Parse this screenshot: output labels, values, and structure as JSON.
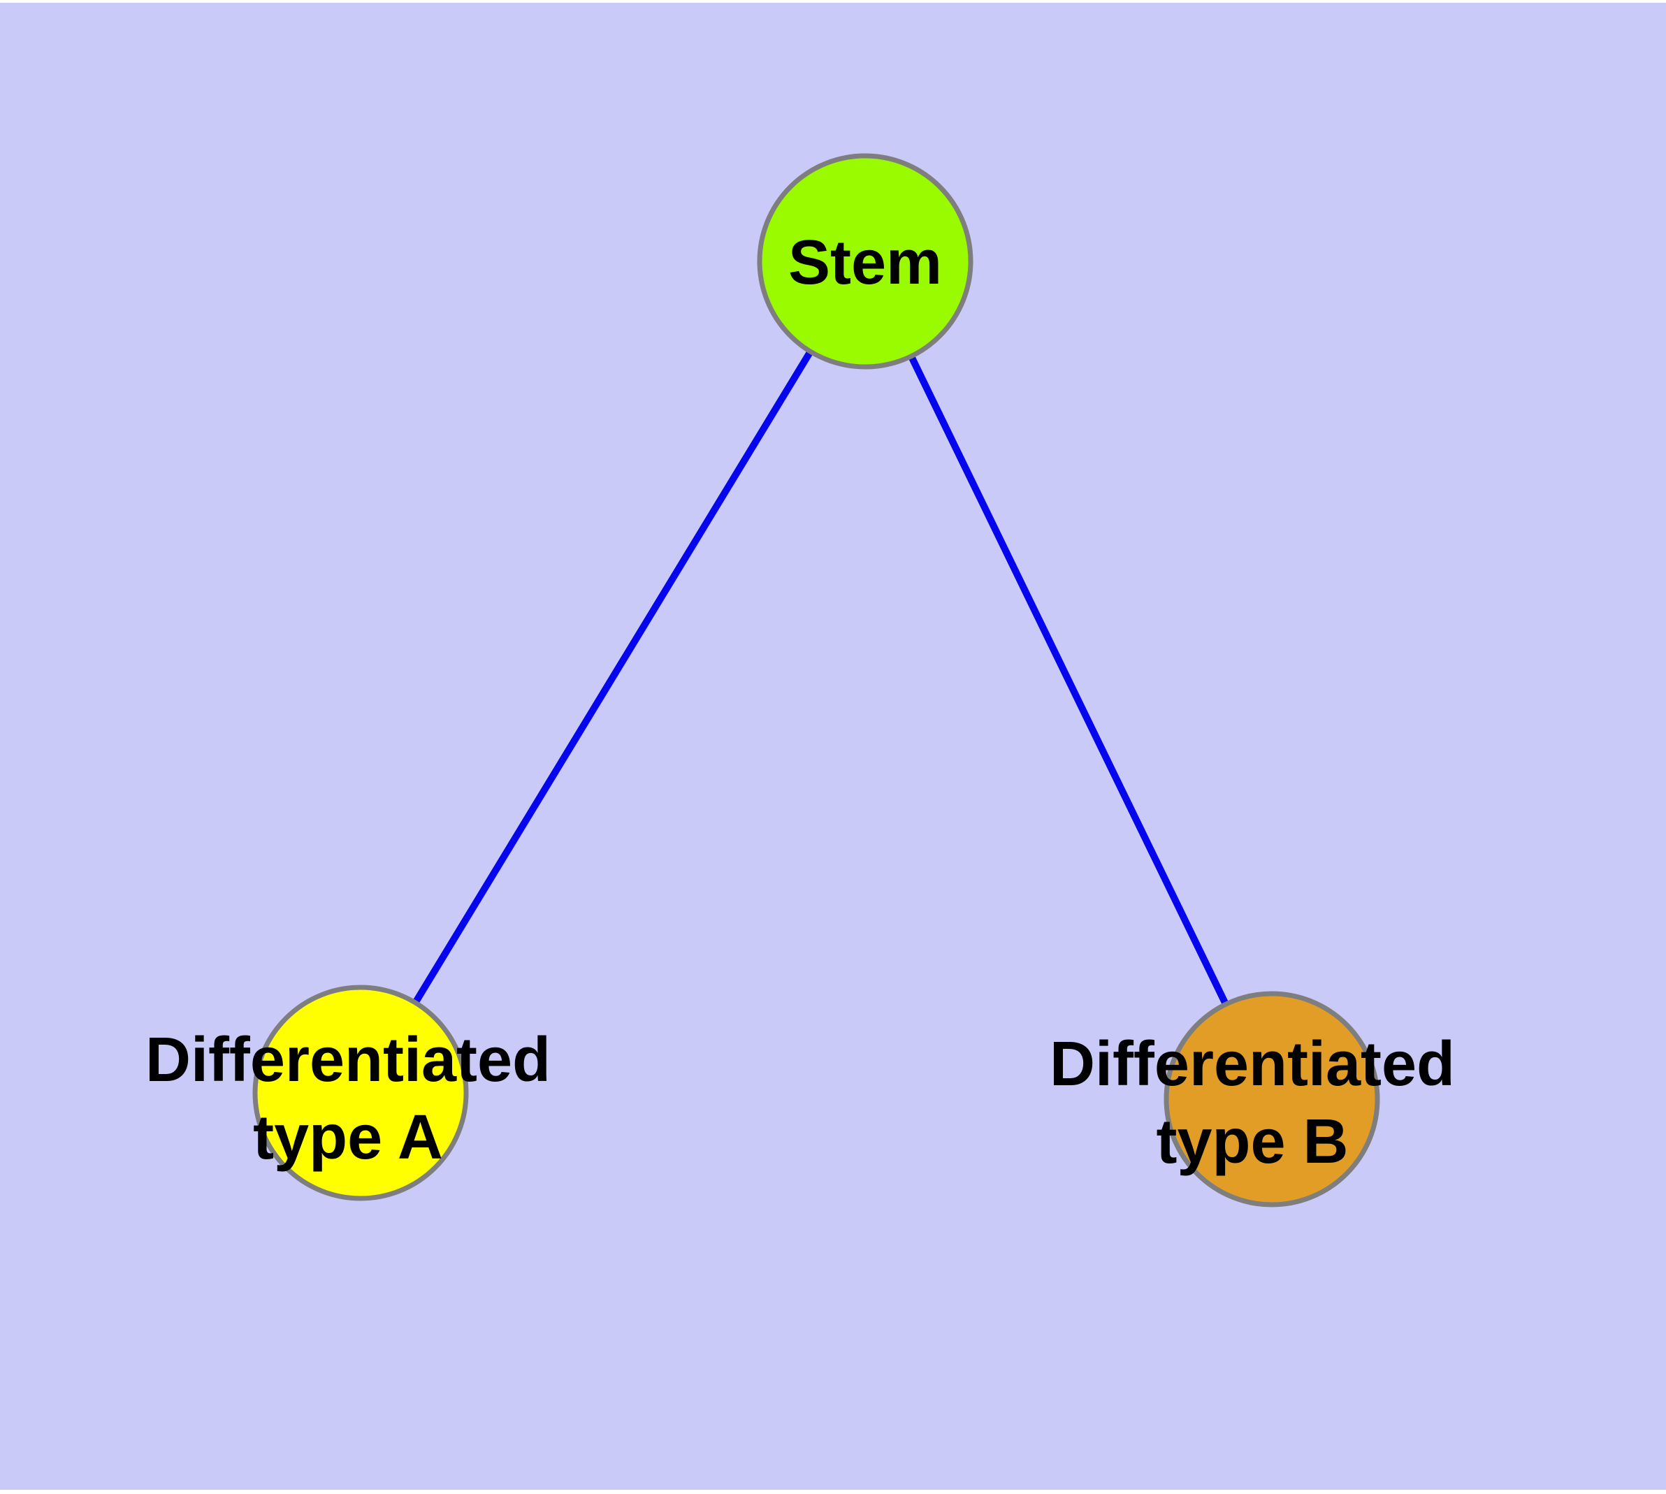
{
  "diagram": {
    "type": "graph",
    "description": "Stem cell differentiation tree: one stem node connected to two differentiated cell-type nodes",
    "background_color": "#CACAF8",
    "page_margin_color": "#FFFFFF",
    "edge_color": "#0505EE",
    "node_border_color": "#7E7E7E",
    "label_color": "#000000",
    "nodes": [
      {
        "id": "stem",
        "label": "Stem",
        "lines": [
          "Stem"
        ],
        "fill": "#9AFB00"
      },
      {
        "id": "differentiated-type-a",
        "label": "Differentiated type A",
        "lines": [
          "Differentiated",
          "type A"
        ],
        "fill": "#FFFF00"
      },
      {
        "id": "differentiated-type-b",
        "label": "Differentiated type B",
        "lines": [
          "Differentiated",
          "type B"
        ],
        "fill": "#E29D27"
      }
    ],
    "edges": [
      {
        "from": "Stem",
        "to": "Differentiated type A"
      },
      {
        "from": "Stem",
        "to": "Differentiated type B"
      }
    ]
  }
}
